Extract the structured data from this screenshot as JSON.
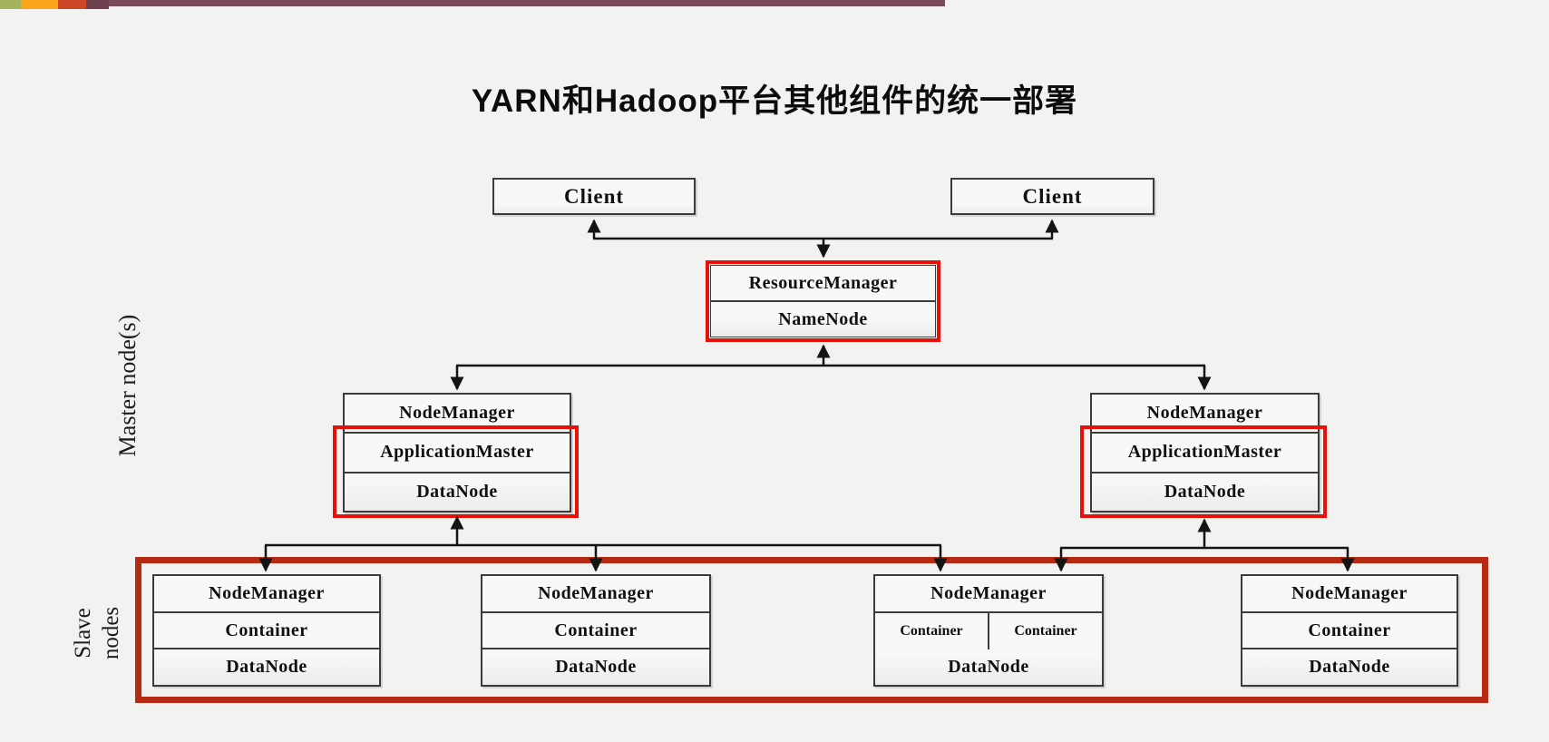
{
  "slide": {
    "title": "YARN和Hadoop平台其他组件的统一部署",
    "background_color": "#f2f2f0"
  },
  "top_bar": {
    "bar_color": "#7b4b59",
    "squares": [
      {
        "name": "green-square",
        "color": "#a4b45e"
      },
      {
        "name": "orange-square",
        "color": "#f9a41b"
      },
      {
        "name": "red-square",
        "color": "#cd4727"
      },
      {
        "name": "maroon-square",
        "color": "#6d4150"
      }
    ]
  },
  "side_labels": {
    "master": "Master node(s)",
    "slave": "Slave nodes"
  },
  "boxes": {
    "client_left": {
      "label": "Client"
    },
    "client_right": {
      "label": "Client"
    },
    "resource_manager": {
      "rows": [
        "ResourceManager",
        "NameNode"
      ]
    },
    "master_left": {
      "rows": [
        "NodeManager",
        "ApplicationMaster",
        "DataNode"
      ]
    },
    "master_right": {
      "rows": [
        "NodeManager",
        "ApplicationMaster",
        "DataNode"
      ]
    },
    "slave_1": {
      "rows": [
        "NodeManager",
        "Container",
        "DataNode"
      ]
    },
    "slave_2": {
      "rows": [
        "NodeManager",
        "Container",
        "DataNode"
      ]
    },
    "slave_3": {
      "rows": [
        "NodeManager",
        "Container",
        "Container",
        "DataNode"
      ]
    },
    "slave_4": {
      "rows": [
        "NodeManager",
        "Container",
        "DataNode"
      ]
    }
  },
  "highlight_colors": {
    "resource_manager_outline": "#e81008",
    "application_master_outline": "#e81008",
    "slave_nodes_frame": "#b52a12"
  },
  "connector_color": "#141414"
}
